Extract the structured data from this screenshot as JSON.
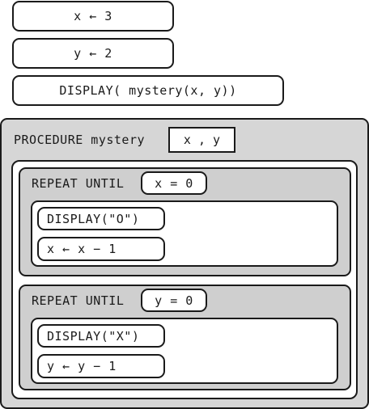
{
  "main_program": {
    "stmt_1": "x ← 3",
    "stmt_2": "y ← 2",
    "stmt_3": "DISPLAY( mystery(x, y))"
  },
  "procedure": {
    "keyword": "PROCEDURE mystery",
    "params": "x , y",
    "loop_1": {
      "keyword": "REPEAT UNTIL",
      "condition": "x = 0",
      "body_1": "DISPLAY(\"O\")",
      "body_2": "x ← x − 1"
    },
    "loop_2": {
      "keyword": "REPEAT UNTIL",
      "condition": "y = 0",
      "body_1": "DISPLAY(\"X\")",
      "body_2": "y ← y − 1"
    }
  },
  "colors": {
    "outline": "#1a1a1a",
    "procedure_fill": "#d6d6d6",
    "loop_fill": "#cfcfcf",
    "statement_fill": "#ffffff"
  }
}
